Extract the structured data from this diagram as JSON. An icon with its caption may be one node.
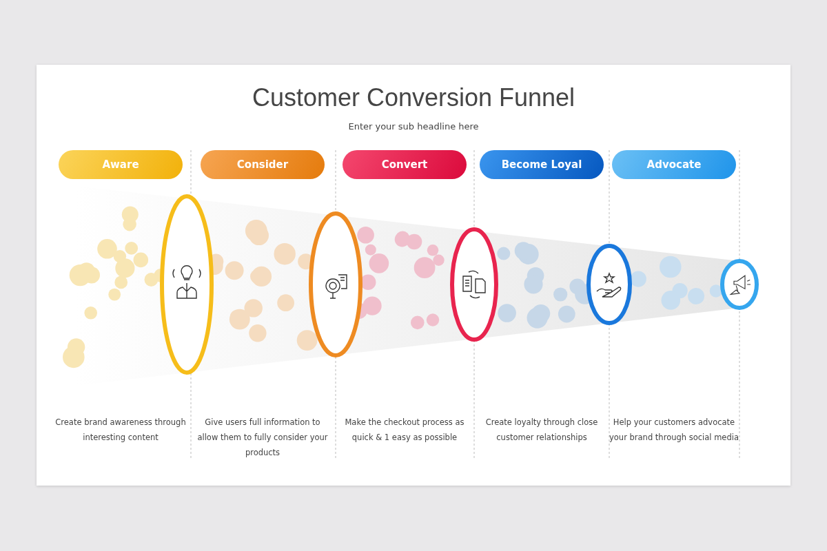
{
  "diagram": {
    "title": "Customer Conversion Funnel",
    "nodes": [
      {
        "text": [
          "Aware"
        ]
      },
      {
        "text": [
          "Consider"
        ]
      },
      {
        "text": [
          "Convert"
        ]
      },
      {
        "text": [
          "Become Loyal"
        ]
      },
      {
        "text": [
          "Advocate"
        ]
      }
    ],
    "labels": [
      "Enter your sub headline here",
      "Create brand awareness through interesting content",
      "Give users full information to allow them to fully consider your products",
      "Make the checkout process as quick & 1 easy as possible",
      "Create loyalty through close customer relationships",
      "Help your customers advocate your brand through social media"
    ]
  }
}
